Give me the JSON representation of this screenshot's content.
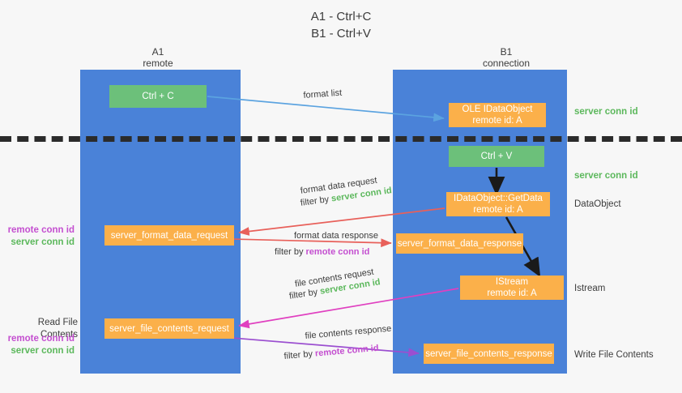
{
  "title": {
    "line1": "A1 - Ctrl+C",
    "line2": "B1 - Ctrl+V"
  },
  "columns": {
    "a1": {
      "name": "A1",
      "sub": "remote"
    },
    "b1": {
      "name": "B1",
      "sub": "connection"
    }
  },
  "nodes": {
    "ctrl_c": {
      "label": "Ctrl + C",
      "color": "#6cc07a"
    },
    "ole_idataobject": {
      "line1": "OLE IDataObject",
      "line2": "remote id: A",
      "color": "#fbb04a"
    },
    "ctrl_v": {
      "label": "Ctrl + V",
      "color": "#6cc07a"
    },
    "getdata": {
      "line1": "IDataObject::GetData",
      "line2": "remote id: A",
      "color": "#fbb04a"
    },
    "format_data_request": {
      "label": "server_format_data_request",
      "color": "#fbb04a"
    },
    "format_data_response": {
      "label": "server_format_data_response",
      "color": "#fbb04a"
    },
    "istream": {
      "line1": "IStream",
      "line2": "remote id: A",
      "color": "#fbb04a"
    },
    "file_contents_request": {
      "label": "server_file_contents_request",
      "color": "#fbb04a"
    },
    "file_contents_response": {
      "label": "server_file_contents_response",
      "color": "#fbb04a"
    }
  },
  "edges": {
    "format_list": "format list",
    "format_data_request": "format data request",
    "format_data_request_filter_prefix": "filter by ",
    "format_data_request_filter_key": "server conn id",
    "format_data_response": "format data response",
    "format_data_response_filter_prefix": "filter by ",
    "format_data_response_filter_key": "remote conn id",
    "file_contents_request": "file contents request",
    "file_contents_request_filter_prefix": "filter by ",
    "file_contents_request_filter_key": "server conn id",
    "file_contents_response": "file contents response",
    "file_contents_response_filter_prefix": "filter by ",
    "file_contents_response_filter_key": "remote conn id"
  },
  "right_labels": {
    "server_conn_id_top": "server conn id",
    "server_conn_id_mid": "server conn id",
    "dataobject": "DataObject",
    "istream": "Istream",
    "write_file_contents": "Write File Contents"
  },
  "left_labels": {
    "remote_conn_id_1": "remote conn id",
    "server_conn_id_1": "server conn id",
    "read_file_contents": "Read File Contents",
    "remote_conn_id_2": "remote conn id",
    "server_conn_id_2": "server conn id"
  },
  "colors": {
    "lane": "#4a82d8",
    "green_node": "#6cc07a",
    "orange_node": "#fbb04a",
    "green_text": "#5cb85c",
    "purple_text": "#c44fd0",
    "blue_arrow": "#5ba3e0",
    "red_arrow": "#e8605a",
    "magenta_arrow": "#e040c0",
    "purple_arrow": "#9b4fd0",
    "black_arrow": "#1a1a1a",
    "divider": "#2b2b2b",
    "background": "#f7f7f7"
  }
}
